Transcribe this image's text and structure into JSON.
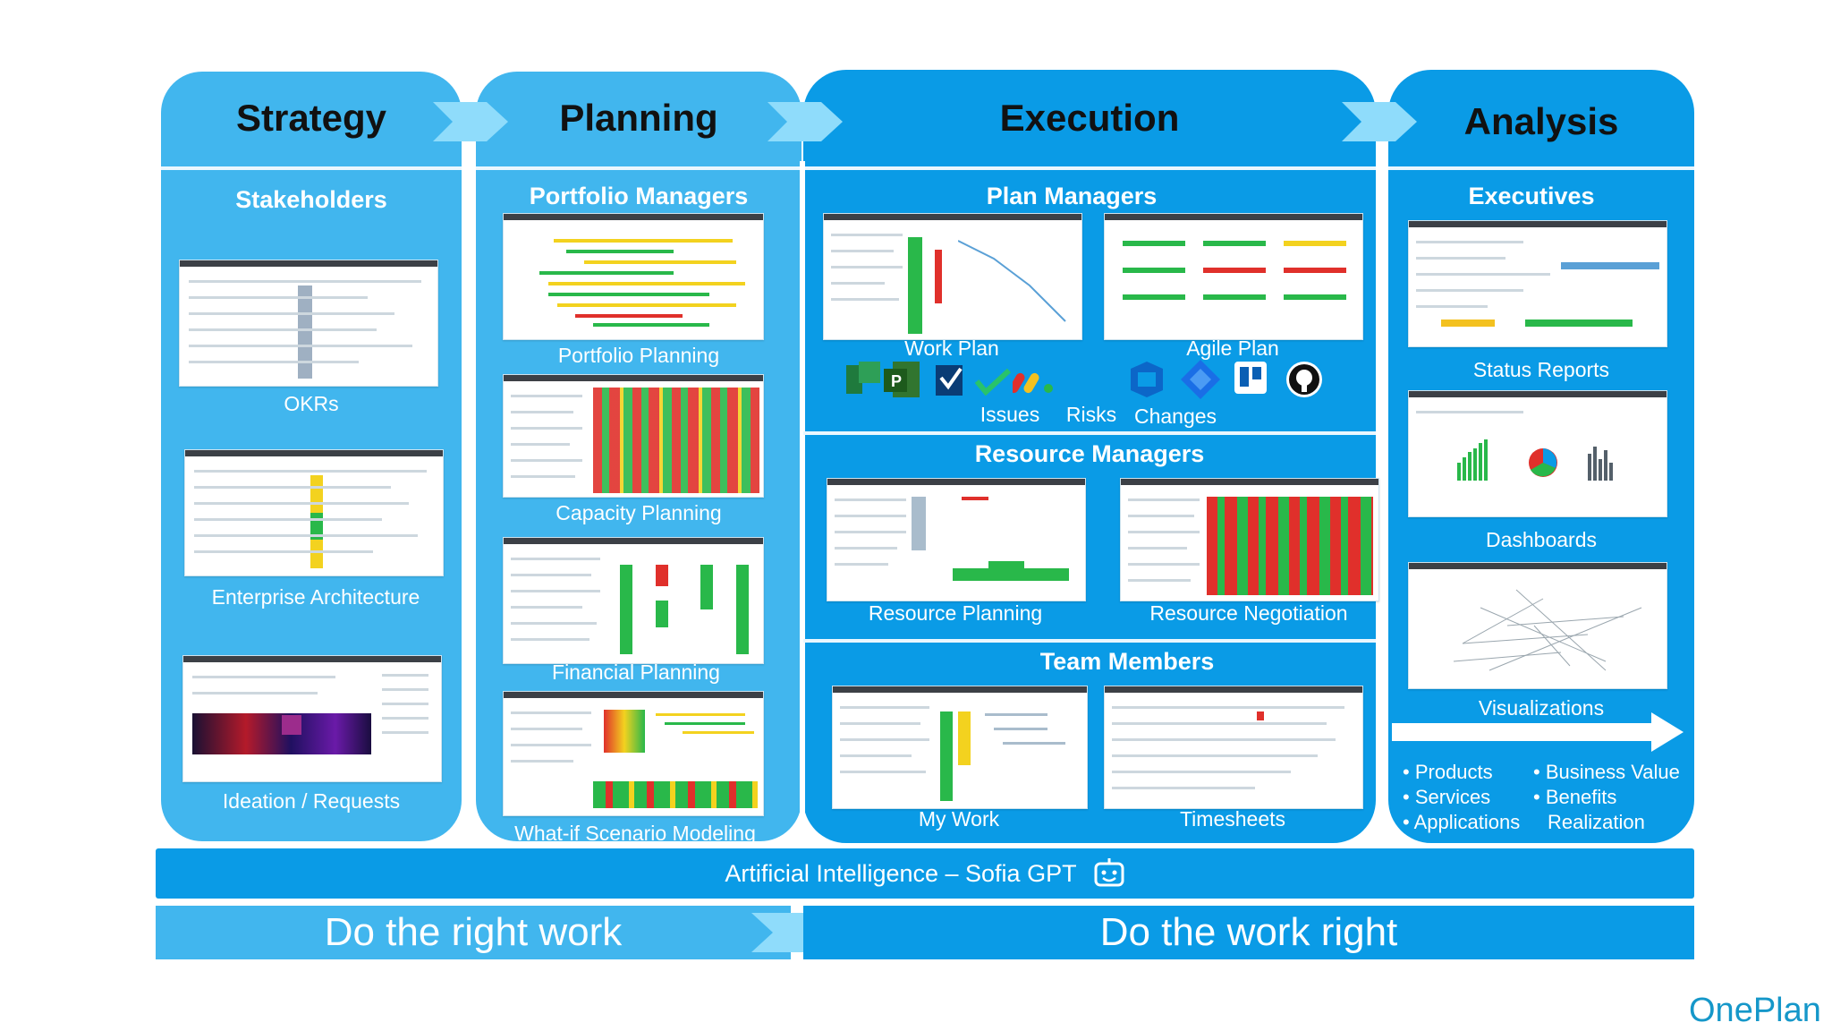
{
  "phases": {
    "strategy": {
      "title": "Strategy",
      "role": "Stakeholders",
      "items": [
        "OKRs",
        "Enterprise Architecture",
        "Ideation / Requests"
      ]
    },
    "planning": {
      "title": "Planning",
      "role": "Portfolio Managers",
      "items": [
        "Portfolio Planning",
        "Capacity Planning",
        "Financial Planning",
        "What-if Scenario Modeling"
      ]
    },
    "execution": {
      "title": "Execution",
      "plan_managers": {
        "role": "Plan Managers",
        "items": [
          "Work Plan",
          "Agile Plan"
        ],
        "extras": [
          "Issues",
          "Risks",
          "Changes"
        ]
      },
      "resource_managers": {
        "role": "Resource Managers",
        "items": [
          "Resource Planning",
          "Resource Negotiation"
        ]
      },
      "team_members": {
        "role": "Team Members",
        "items": [
          "My Work",
          "Timesheets"
        ]
      }
    },
    "analysis": {
      "title": "Analysis",
      "role": "Executives",
      "items": [
        "Status Reports",
        "Dashboards",
        "Visualizations"
      ],
      "bullets_left": [
        "Products",
        "Services",
        "Applications"
      ],
      "bullets_right": [
        "Business Value",
        "Benefits"
      ],
      "bullets_right_cont": "Realization"
    }
  },
  "ai_bar": {
    "label": "Artificial Intelligence – Sofia GPT",
    "icon": "robot-icon"
  },
  "bottom": {
    "left": "Do the right work",
    "right": "Do the work right"
  },
  "logo": {
    "text": "OnePlan"
  },
  "tool_icons": [
    "project-icon",
    "planner-icon",
    "azure-devops-icon",
    "smartsheet-icon",
    "monday-icon",
    "azure-boards-icon",
    "jira-icon",
    "trello-icon",
    "github-icon"
  ],
  "colors": {
    "light_blue": "#41b6ee",
    "dark_blue": "#0a9be6",
    "chevron": "#8fdcfb",
    "logo": "#1597c9"
  }
}
